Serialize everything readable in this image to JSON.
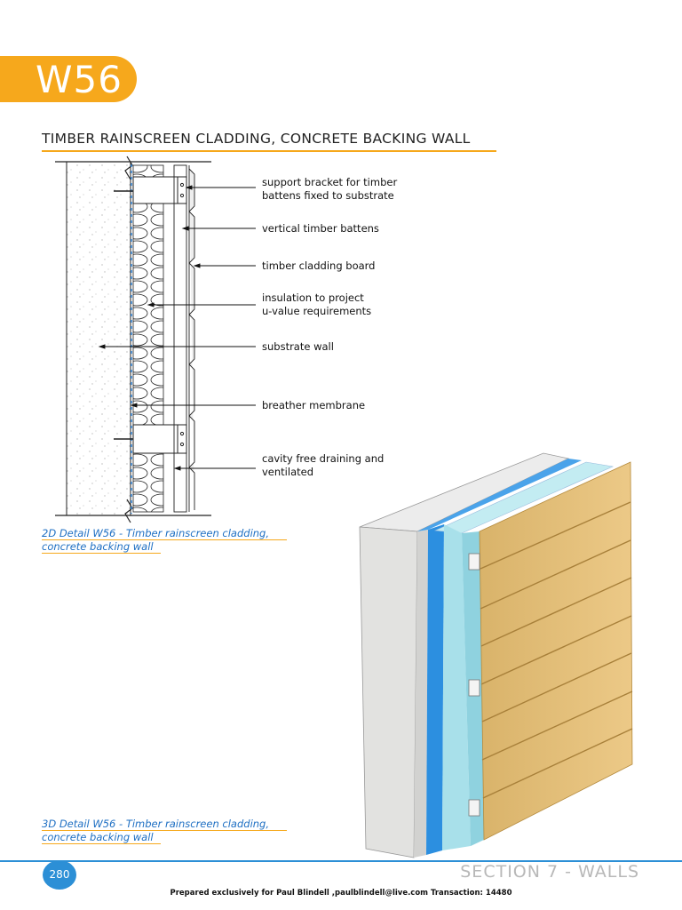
{
  "header": {
    "code": "W56"
  },
  "title": "TIMBER RAINSCREEN CLADDING, CONCRETE BACKING WALL",
  "labels": {
    "l1a": "support bracket for timber",
    "l1b": "battens fixed to substrate",
    "l2": "vertical timber battens",
    "l3": "timber cladding board",
    "l4a": "insulation to project",
    "l4b": "u-value requirements",
    "l5": "substrate wall",
    "l6": "breather membrane",
    "l7a": "cavity free draining and",
    "l7b": "ventilated"
  },
  "captions": {
    "c2d_a": "2D Detail W56 - Timber rainscreen cladding,",
    "c2d_b": "concrete backing wall",
    "c3d_a": "3D Detail W56 - Timber rainscreen cladding,",
    "c3d_b": "concrete backing wall"
  },
  "footer": {
    "page_number": "280",
    "section": "SECTION 7 - WALLS",
    "prepared": "Prepared exclusively for Paul Blindell ,paulblindell@live.com  Transaction: 14480"
  },
  "colors": {
    "accent": "#f6a81c",
    "blue": "#2c8fd6",
    "caption": "#1e6fc3"
  }
}
